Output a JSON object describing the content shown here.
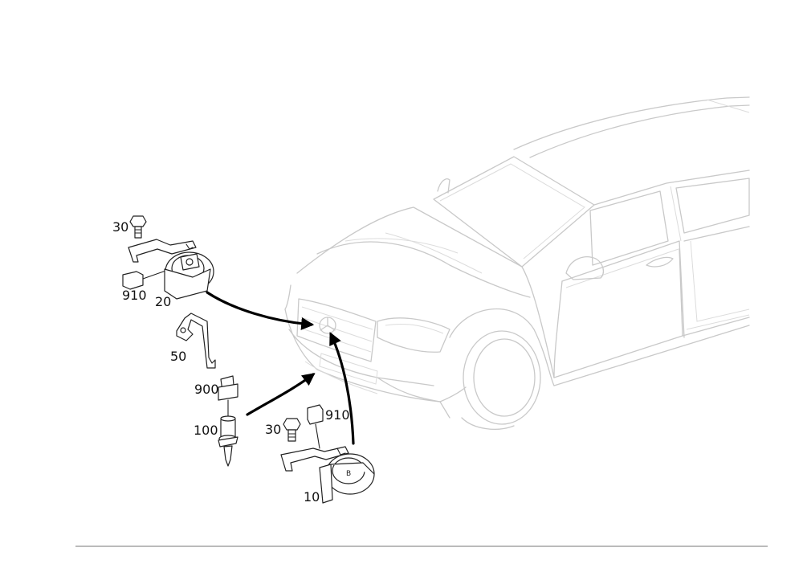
{
  "callouts": {
    "c30_upper": "30",
    "c910_upper": "910",
    "c20": "20",
    "c50": "50",
    "c900": "900",
    "c100": "100",
    "c30_lower": "30",
    "c910_lower": "910",
    "c10": "10"
  },
  "colors": {
    "car_outline": "#c9c9c9",
    "part_outline": "#222222",
    "arrow": "#000000",
    "rule": "#777777"
  },
  "icons": {
    "upper_horn": "horn-icon",
    "lower_horn": "horn-icon",
    "bolt": "bolt-icon",
    "connector": "connector-icon",
    "bracket": "bracket-icon",
    "sensor": "sensor-icon",
    "vehicle": "car-icon"
  }
}
